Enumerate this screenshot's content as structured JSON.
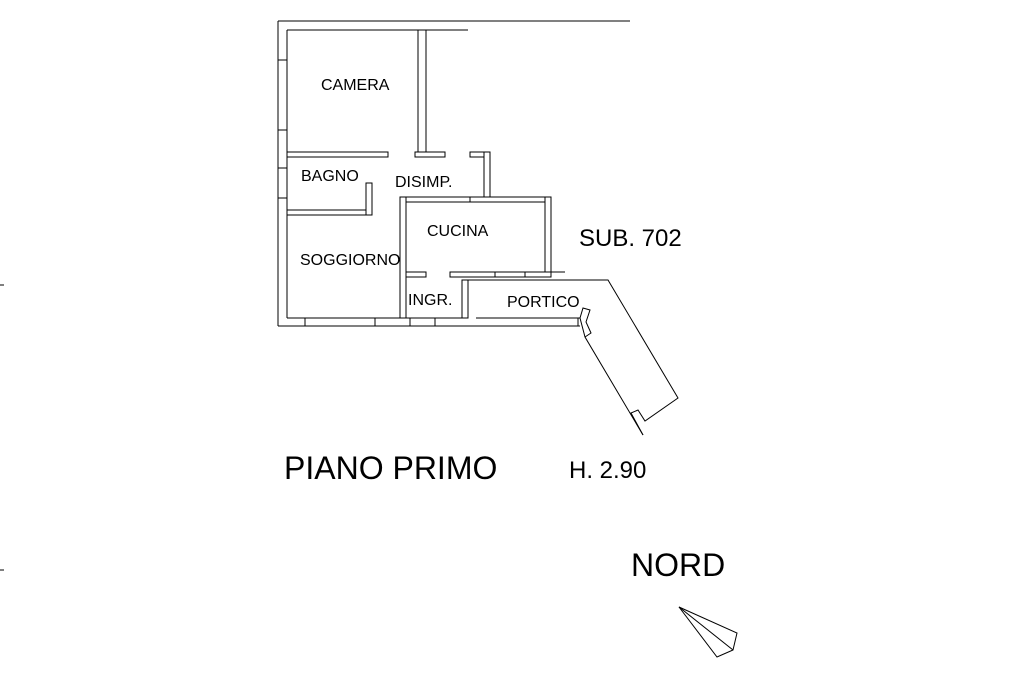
{
  "drawing": {
    "rooms": {
      "camera": "CAMERA",
      "bagno": "BAGNO",
      "disimp": "DISIMP.",
      "cucina": "CUCINA",
      "soggiorno": "SOGGIORNO",
      "ingr": "INGR.",
      "portico": "PORTICO"
    },
    "unit_label": "SUB. 702",
    "floor_label": "PIANO PRIMO",
    "height_label": "H. 2.90",
    "north_label": "NORD"
  }
}
